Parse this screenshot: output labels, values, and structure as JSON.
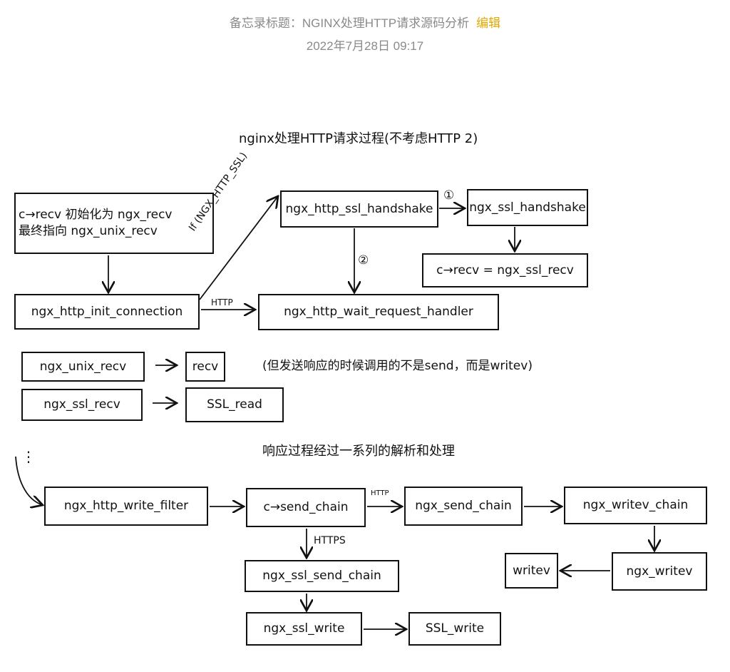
{
  "header": {
    "title": "备忘录标题：NGINX处理HTTP请求源码分析",
    "edit_label": "编辑",
    "date": "2022年7月28日 09:17"
  },
  "diagram": {
    "title1": "nginx处理HTTP请求过程(不考虑HTTP 2)",
    "init_note_line1": "c→recv 初始化为 ngx_recv",
    "init_note_line2": "最终指向 ngx_unix_recv",
    "init_connection": "ngx_http_init_connection",
    "ssl_condition": "If (NGX_HTTP_SSL)",
    "http_label": "HTTP",
    "http_ssl_handshake": "ngx_http_ssl_handshake",
    "step1": "①",
    "step2": "②",
    "ssl_handshake": "ngx_ssl_handshake",
    "recv_assign": "c→recv = ngx_ssl_recv",
    "wait_request_handler": "ngx_http_wait_request_handler",
    "unix_recv": "ngx_unix_recv",
    "recv": "recv",
    "ssl_recv": "ngx_ssl_recv",
    "ssl_read": "SSL_read",
    "send_note": "(但发送响应的时候调用的不是send，而是writev)",
    "title2": "响应过程经过一系列的解析和处理",
    "ellipsis": "⋮",
    "write_filter": "ngx_http_write_filter",
    "send_chain_ptr": "c→send_chain",
    "http_small": "HTTP",
    "https_label": "HTTPS",
    "send_chain": "ngx_send_chain",
    "writev_chain": "ngx_writev_chain",
    "ssl_send_chain": "ngx_ssl_send_chain",
    "ngx_writev": "ngx_writev",
    "writev": "writev",
    "ssl_write": "ngx_ssl_write",
    "SSL_write": "SSL_write"
  }
}
